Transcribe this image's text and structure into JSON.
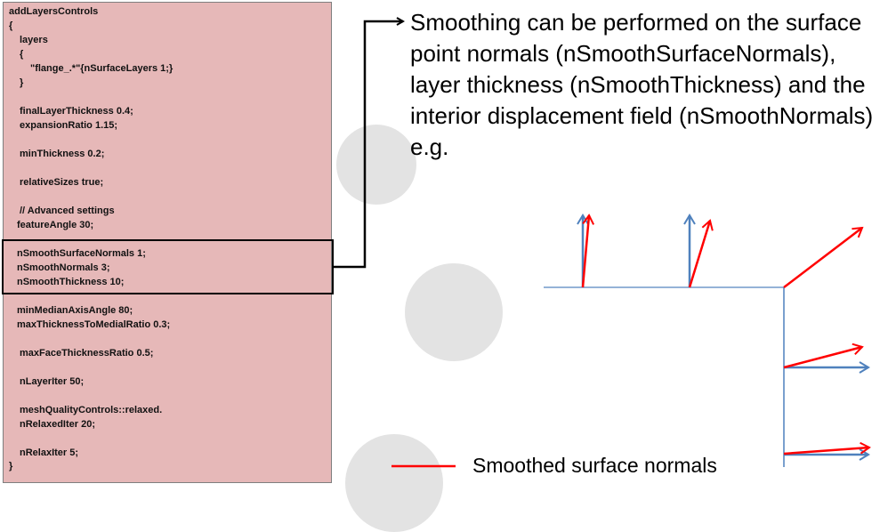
{
  "code_lines": [
    "addLayersControls",
    "{",
    "layers",
    "{",
    "\"flange_.*\"{nSurfaceLayers 1;}",
    "}",
    "finalLayerThickness 0.4;",
    "expansionRatio 1.15;",
    "minThickness 0.2;",
    "relativeSizes true;",
    "// Advanced settings",
    "featureAngle 30;",
    "nSmoothSurfaceNormals 1;",
    "nSmoothNormals 3;",
    "nSmoothThickness 10;",
    "minMedianAxisAngle 80;",
    "maxThicknessToMedialRatio 0.3;",
    "maxFaceThicknessRatio 0.5;",
    "nLayerIter 50;",
    "meshQualityControls::relaxed.",
    "nRelaxedIter 20;",
    "nRelaxIter 5;",
    "}"
  ],
  "description": "Smoothing can be performed on the surface point normals (nSmoothSurfaceNormals), layer thickness (nSmoothThickness) and the interior displacement field (nSmoothNormals) e.g.",
  "legend": {
    "label": "Smoothed surface normals"
  },
  "colors": {
    "box_fill": "#e6b8b8",
    "normal": "#4f81bd",
    "smoothed": "#ff0000",
    "surface": "#95b3d7"
  }
}
